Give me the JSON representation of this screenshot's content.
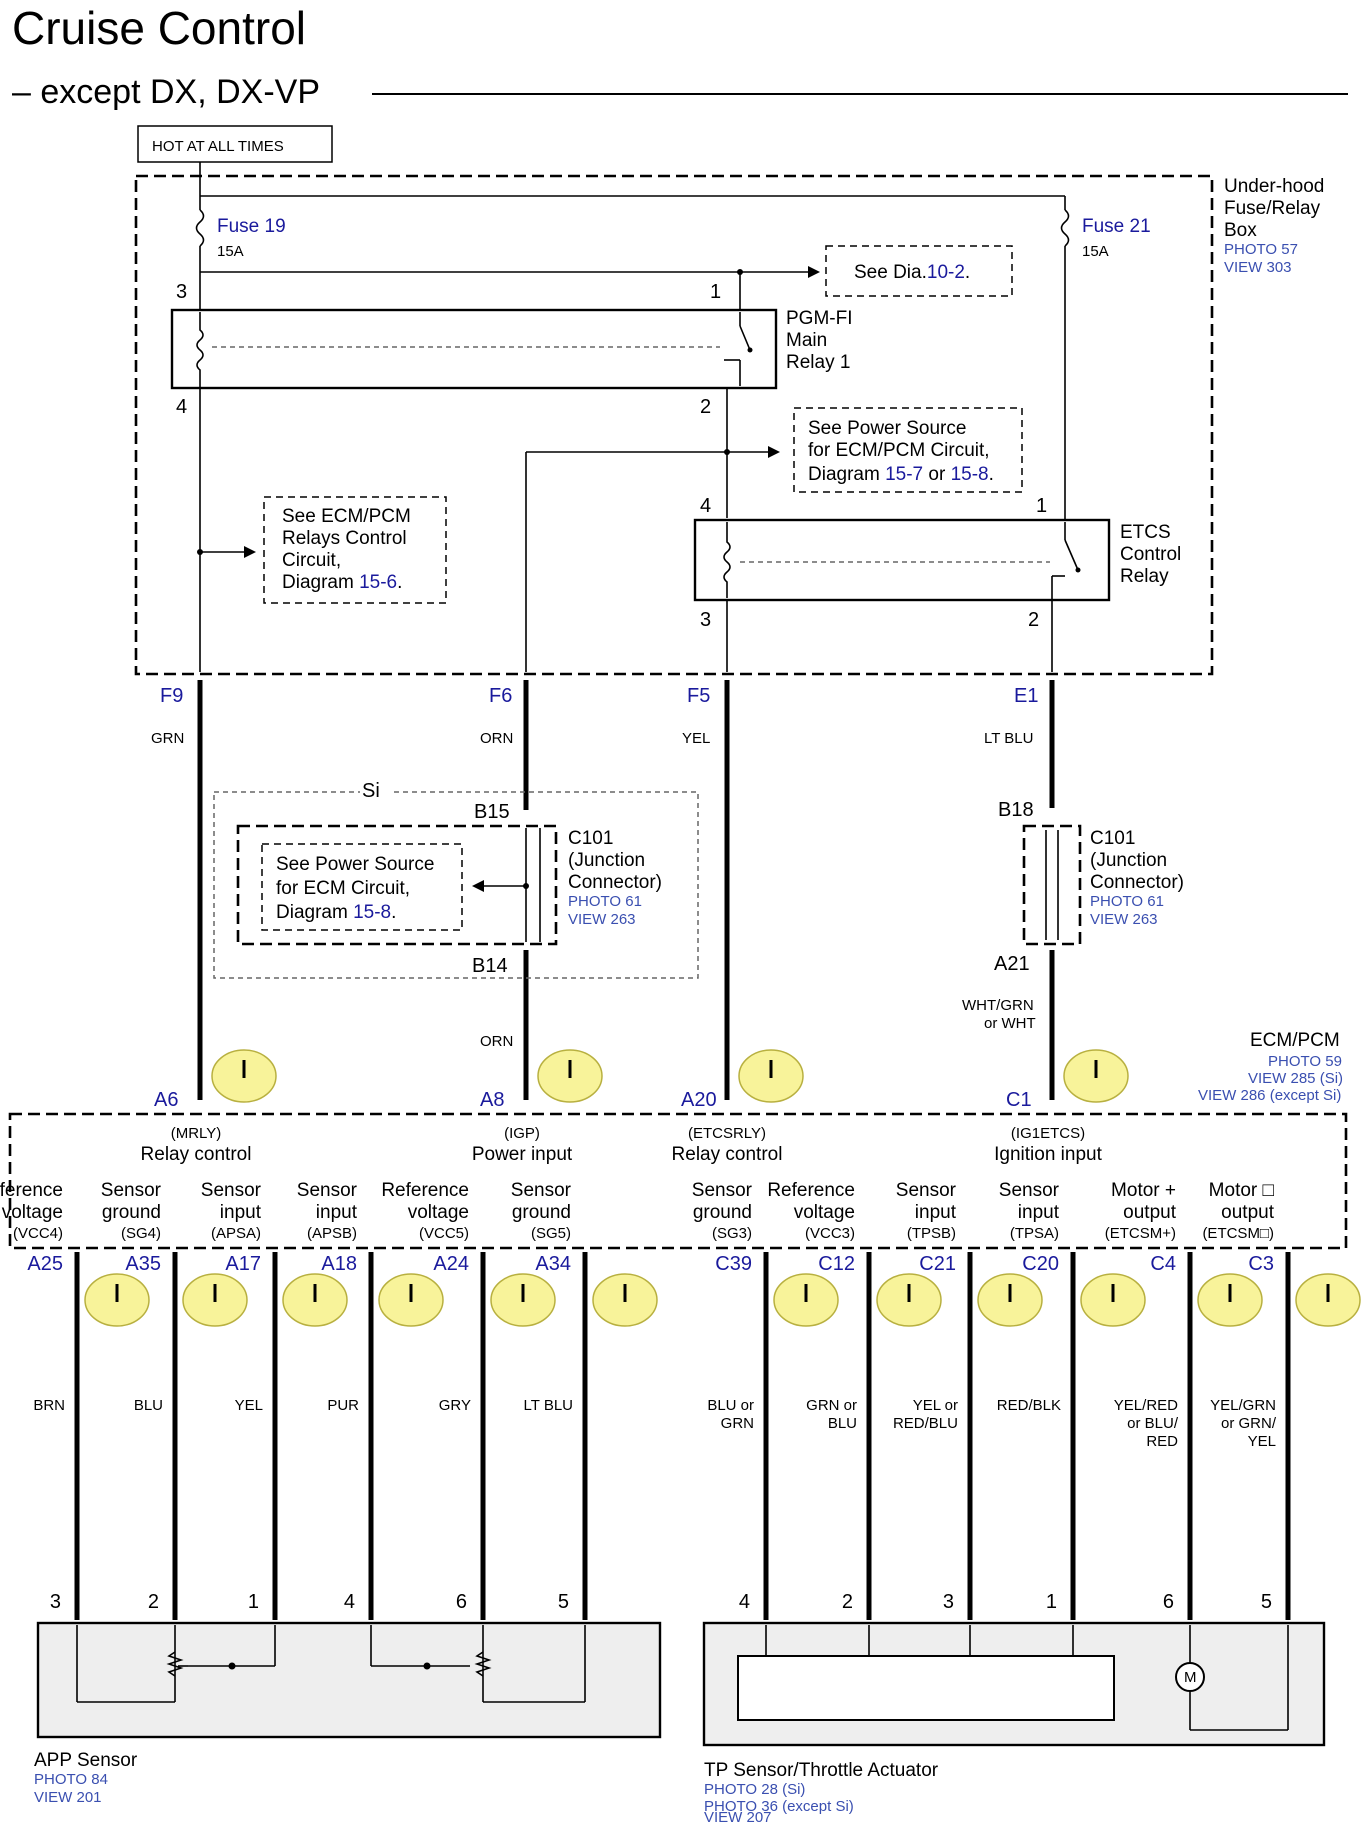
{
  "header": {
    "title": "Cruise Control",
    "subtitle": "– except DX, DX-VP"
  },
  "hot_label": "HOT AT ALL TIMES",
  "fuse_box": {
    "name_lines": [
      "Under-hood",
      "Fuse/Relay",
      "Box"
    ],
    "photo": "PHOTO 57",
    "view": "VIEW 303",
    "fuse19": {
      "name": "Fuse 19",
      "rating": "15A"
    },
    "fuse21": {
      "name": "Fuse 21",
      "rating": "15A"
    },
    "see_dia": {
      "prefix": "See Dia.",
      "ref": "10-2",
      "suffix": "."
    },
    "main_relay": {
      "lines": [
        "PGM-FI",
        "Main",
        "Relay 1"
      ],
      "pins": [
        "3",
        "1",
        "4",
        "2"
      ]
    },
    "power_source_note": {
      "line1": "See Power Source",
      "line2": "for ECM/PCM Circuit,",
      "line3_prefix": "Diagram ",
      "ref1": "15-7",
      "or": " or ",
      "ref2": "15-8",
      "suffix": "."
    },
    "relays_note": {
      "line1": "See ECM/PCM",
      "line2": "Relays Control",
      "line3": "Circuit,",
      "line4_prefix": "Diagram ",
      "ref": "15-6",
      "suffix": "."
    },
    "etcs_relay": {
      "lines": [
        "ETCS",
        "Control",
        "Relay"
      ],
      "pins": [
        "4",
        "1",
        "3",
        "2"
      ]
    }
  },
  "fuse_box_outputs": [
    {
      "pin": "F9",
      "color": "GRN"
    },
    {
      "pin": "F6",
      "color": "ORN"
    },
    {
      "pin": "F5",
      "color": "YEL"
    },
    {
      "pin": "E1",
      "color": "LT BLU"
    }
  ],
  "si_box": {
    "label": "Si",
    "pin_top": "B15",
    "pin_bottom": "B14",
    "note": {
      "line1": "See Power Source",
      "line2": "for ECM Circuit,",
      "line3_prefix": "Diagram ",
      "ref": "15-8",
      "suffix": "."
    },
    "below_color": "ORN"
  },
  "c101_left": {
    "lines": [
      "C101",
      "(Junction",
      "Connector)"
    ],
    "photo": "PHOTO 61",
    "view": "VIEW 263"
  },
  "c101_right": {
    "lines": [
      "C101",
      "(Junction",
      "Connector)"
    ],
    "photo": "PHOTO 61",
    "view": "VIEW 263",
    "pin_top": "B18",
    "pin_bottom": "A21",
    "below_color_lines": [
      "WHT/GRN",
      "or WHT"
    ]
  },
  "ecm": {
    "name": "ECM/PCM",
    "refs": [
      "PHOTO 59",
      "VIEW 285 (Si)",
      "VIEW 286 (except Si)"
    ],
    "top_pins": [
      {
        "pin": "A6",
        "code": "(MRLY)",
        "label": "Relay control"
      },
      {
        "pin": "A8",
        "code": "(IGP)",
        "label": "Power input"
      },
      {
        "pin": "A20",
        "code": "(ETCSRLY)",
        "label": "Relay control"
      },
      {
        "pin": "C1",
        "code": "(IG1ETCS)",
        "label": "Ignition input"
      }
    ],
    "bottom_pins": [
      {
        "pin": "A25",
        "line1": "Reference",
        "line2": "voltage",
        "code": "(VCC4)",
        "color": [
          "BRN"
        ],
        "sensor_pin": "3"
      },
      {
        "pin": "A35",
        "line1": "Sensor",
        "line2": "ground",
        "code": "(SG4)",
        "color": [
          "BLU"
        ],
        "sensor_pin": "2"
      },
      {
        "pin": "A17",
        "line1": "Sensor",
        "line2": "input",
        "code": "(APSA)",
        "color": [
          "YEL"
        ],
        "sensor_pin": "1"
      },
      {
        "pin": "A18",
        "line1": "Sensor",
        "line2": "input",
        "code": "(APSB)",
        "color": [
          "PUR"
        ],
        "sensor_pin": "4"
      },
      {
        "pin": "A24",
        "line1": "Reference",
        "line2": "voltage",
        "code": "(VCC5)",
        "color": [
          "GRY"
        ],
        "sensor_pin": "6"
      },
      {
        "pin": "A34",
        "line1": "Sensor",
        "line2": "ground",
        "code": "(SG5)",
        "color": [
          "LT BLU"
        ],
        "sensor_pin": "5"
      },
      {
        "pin": "C39",
        "line1": "Sensor",
        "line2": "ground",
        "code": "(SG3)",
        "color": [
          "BLU or",
          "GRN"
        ],
        "sensor_pin": "4"
      },
      {
        "pin": "C12",
        "line1": "Reference",
        "line2": "voltage",
        "code": "(VCC3)",
        "color": [
          "GRN or",
          "BLU"
        ],
        "sensor_pin": "2"
      },
      {
        "pin": "C21",
        "line1": "Sensor",
        "line2": "input",
        "code": "(TPSB)",
        "color": [
          "YEL or",
          "RED/BLU"
        ],
        "sensor_pin": "3"
      },
      {
        "pin": "C20",
        "line1": "Sensor",
        "line2": "input",
        "code": "(TPSA)",
        "color": [
          "RED/BLK"
        ],
        "sensor_pin": "1"
      },
      {
        "pin": "C4",
        "line1": "Motor +",
        "line2": "output",
        "code": "(ETCSM+)",
        "color": [
          "YEL/RED",
          "or BLU/",
          "RED"
        ],
        "sensor_pin": "6"
      },
      {
        "pin": "C3",
        "line1": "Motor □",
        "line2": "output",
        "code": "(ETCSM□)",
        "color": [
          "YEL/GRN",
          "or GRN/",
          "YEL"
        ],
        "sensor_pin": "5"
      }
    ]
  },
  "app_sensor": {
    "name": "APP Sensor",
    "refs": [
      "PHOTO 84",
      "VIEW 201"
    ]
  },
  "tp_sensor": {
    "name": "TP Sensor/Throttle Actuator",
    "refs": [
      "PHOTO 28 (Si)",
      "PHOTO 36  (except Si)",
      "VIEW 207"
    ]
  },
  "motor_symbol": "M"
}
